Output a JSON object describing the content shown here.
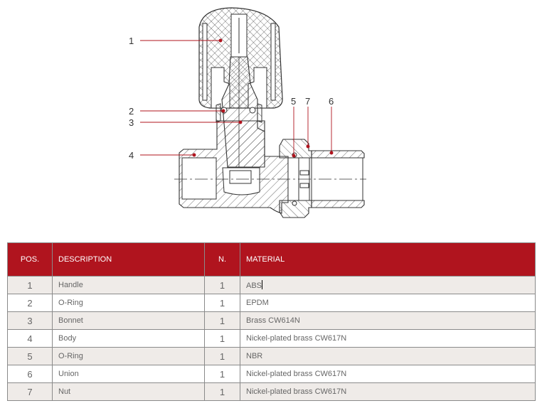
{
  "accent_color": "#b0141e",
  "drawing": {
    "callouts": [
      {
        "num": "1",
        "part": "handle"
      },
      {
        "num": "2",
        "part": "o-ring"
      },
      {
        "num": "3",
        "part": "bonnet"
      },
      {
        "num": "4",
        "part": "body"
      },
      {
        "num": "5",
        "part": "o-ring"
      },
      {
        "num": "7",
        "part": "nut"
      },
      {
        "num": "6",
        "part": "union"
      }
    ]
  },
  "table": {
    "headers": {
      "pos": "POS.",
      "description": "DESCRIPTION",
      "n": "N.",
      "material": "MATERIAL"
    },
    "rows": [
      {
        "pos": "1",
        "description": "Handle",
        "n": "1",
        "material": "ABS"
      },
      {
        "pos": "2",
        "description": "O-Ring",
        "n": "1",
        "material": "EPDM"
      },
      {
        "pos": "3",
        "description": "Bonnet",
        "n": "1",
        "material": "Brass CW614N"
      },
      {
        "pos": "4",
        "description": "Body",
        "n": "1",
        "material": "Nickel-plated brass CW617N"
      },
      {
        "pos": "5",
        "description": "O-Ring",
        "n": "1",
        "material": "NBR"
      },
      {
        "pos": "6",
        "description": "Union",
        "n": "1",
        "material": "Nickel-plated brass CW617N"
      },
      {
        "pos": "7",
        "description": "Nut",
        "n": "1",
        "material": "Nickel-plated brass CW617N"
      }
    ]
  }
}
